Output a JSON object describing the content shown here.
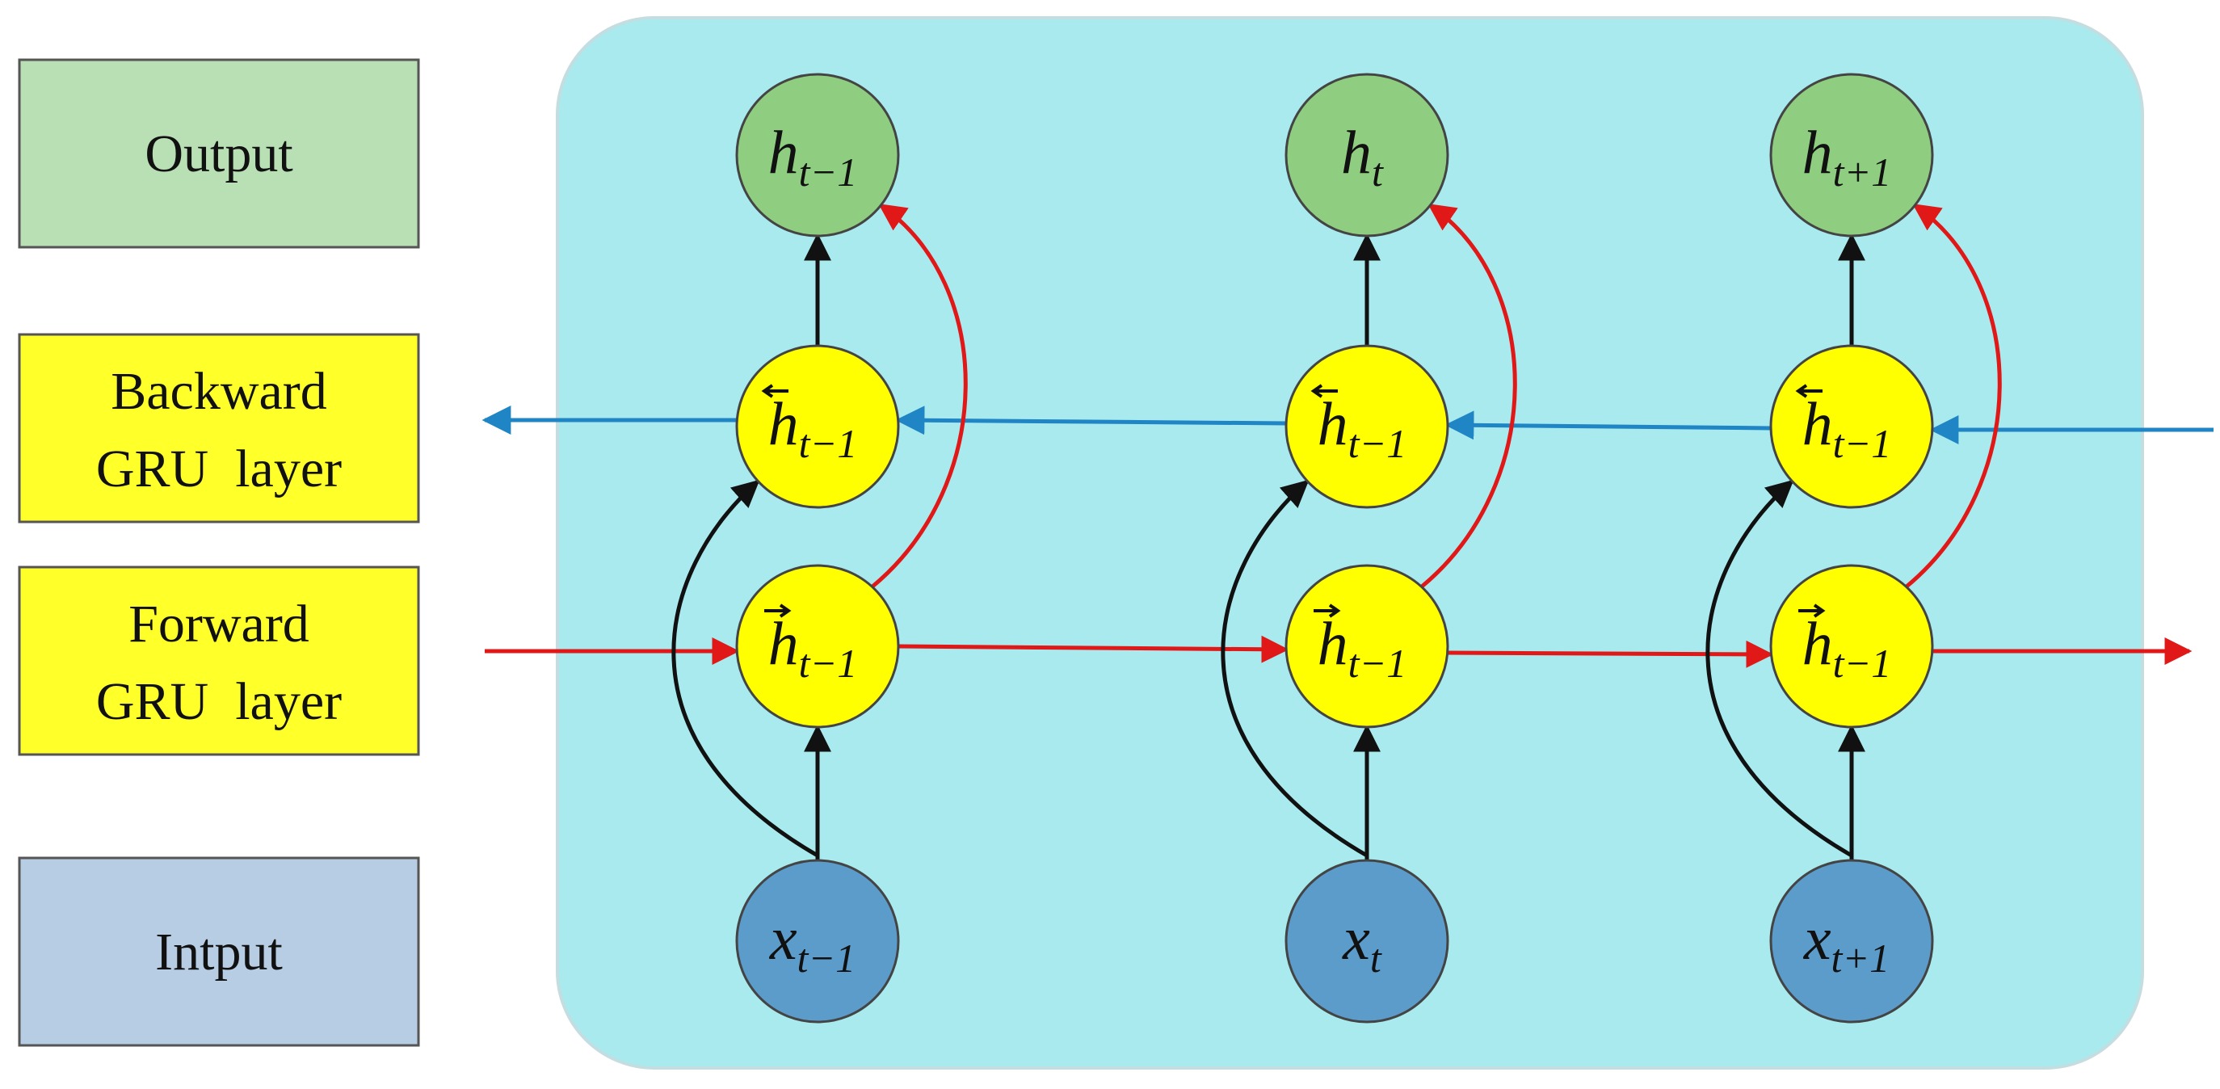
{
  "layer_labels": {
    "output": "Output",
    "backward": [
      "Backward",
      "GRU  layer"
    ],
    "forward": [
      "Forward",
      "GRU  layer"
    ],
    "input": "Intput"
  },
  "columns": [
    {
      "output": {
        "base": "h",
        "sub": "t−1"
      },
      "backward": {
        "base": "h",
        "sub": "t−1"
      },
      "forward": {
        "base": "h",
        "sub": "t−1"
      },
      "input": {
        "base": "x",
        "sub": "t−1"
      }
    },
    {
      "output": {
        "base": "h",
        "sub": "t"
      },
      "backward": {
        "base": "h",
        "sub": "t−1"
      },
      "forward": {
        "base": "h",
        "sub": "t−1"
      },
      "input": {
        "base": "x",
        "sub": "t"
      }
    },
    {
      "output": {
        "base": "h",
        "sub": "t+1"
      },
      "backward": {
        "base": "h",
        "sub": "t−1"
      },
      "forward": {
        "base": "h",
        "sub": "t−1"
      },
      "input": {
        "base": "x",
        "sub": "t+1"
      }
    }
  ],
  "colors": {
    "panel": "#a8eaee",
    "output_box": "#b9e0b4",
    "gru_box": "#ffff2a",
    "input_box": "#b7cde4",
    "output_node": "#8fce80",
    "gru_node": "#ffff00",
    "input_node": "#5b9ccb",
    "forward_arrow": "#e01818",
    "backward_arrow": "#1f85c4",
    "black_arrow": "#111111"
  }
}
